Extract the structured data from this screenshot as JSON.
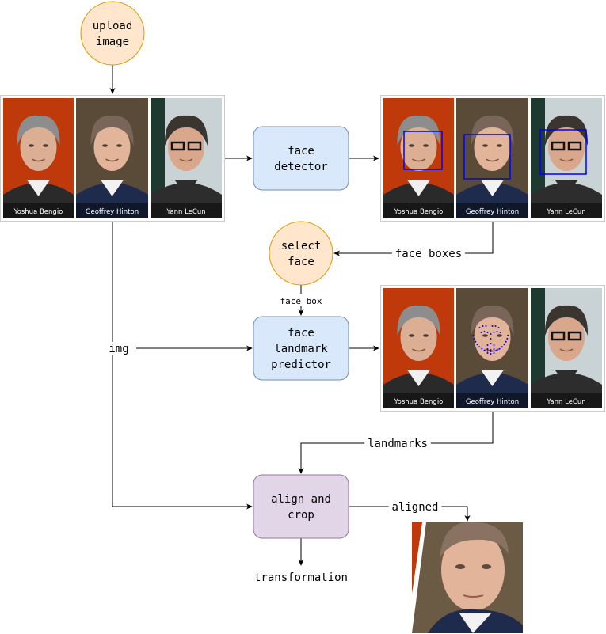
{
  "nodes": {
    "upload": "upload\nimage",
    "detector": "face\ndetector",
    "select": "select\nface",
    "landmark": "face\nlandmark\npredictor",
    "align": "align and\ncrop"
  },
  "edges": {
    "face_boxes": "face boxes",
    "face_box": "face box",
    "img": "img",
    "landmarks": "landmarks",
    "aligned": "aligned",
    "transformation": "transformation"
  },
  "people": [
    "Yoshua Bengio",
    "Geoffrey Hinton",
    "Yann LeCun"
  ],
  "colors": {
    "start_fill": "#ffe6cc",
    "start_stroke": "#d79b00",
    "process_fill": "#dae8fc",
    "process_stroke": "#6c8ebf",
    "final_fill": "#e1d5e7",
    "final_stroke": "#9673a6",
    "box_blue": "#0000ff"
  }
}
